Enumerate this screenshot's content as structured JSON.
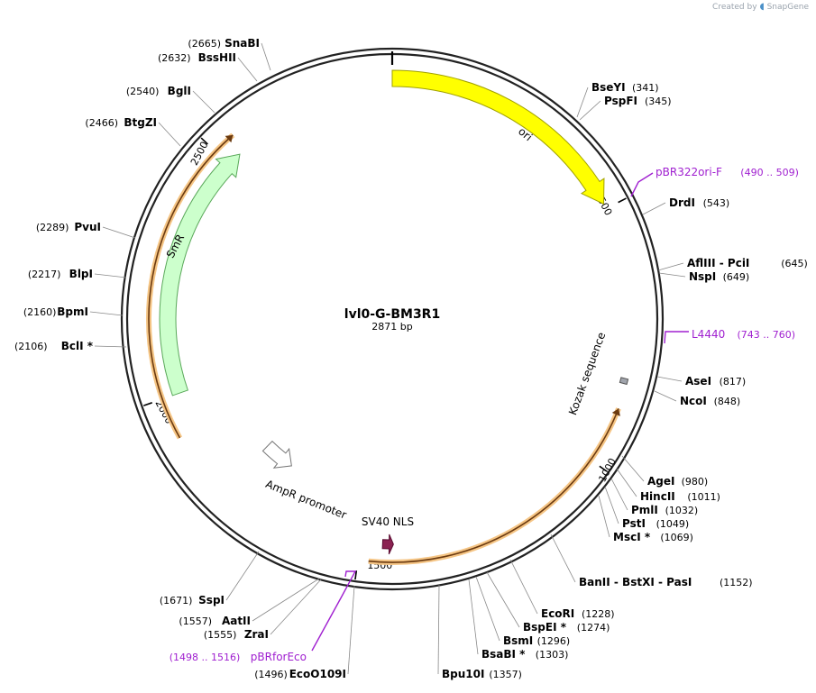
{
  "header": {
    "created_by": "Created by",
    "brand": "SnapGene"
  },
  "plasmid": {
    "name": "lvl0-G-BM3R1",
    "length_bp": 2871,
    "length_label": "2871 bp"
  },
  "ticks": [
    {
      "bp": 500,
      "label": "500"
    },
    {
      "bp": 1000,
      "label": "1000"
    },
    {
      "bp": 1500,
      "label": "1500"
    },
    {
      "bp": 2000,
      "label": "2000"
    },
    {
      "bp": 2500,
      "label": "2500"
    }
  ],
  "features": [
    {
      "name": "ori",
      "start": 0,
      "end": 490,
      "direction": 1,
      "color": "#ffff00",
      "stroke": "#a0a000"
    },
    {
      "name": "SmR",
      "start": 2000,
      "end": 2530,
      "direction": 1,
      "color": "#ccffcc",
      "stroke": "#5aa85a"
    },
    {
      "name": "AmpR promoter",
      "start": 1710,
      "end": 1790,
      "direction": -1,
      "color": "#ffffff",
      "stroke": "#777777"
    },
    {
      "name": "SV40 NLS",
      "start": 1433,
      "end": 1455,
      "direction": -1,
      "color": "#8b2252",
      "stroke": "#5a0a30"
    },
    {
      "name": "Kozak sequence",
      "start": 832,
      "end": 842,
      "direction": 0,
      "color": "#a0a4ac",
      "stroke": "#555555"
    }
  ],
  "orfs": [
    {
      "start": 1480,
      "end": 890,
      "direction": -1
    },
    {
      "start": 1920,
      "end": 2545,
      "direction": 1
    }
  ],
  "sites": [
    {
      "name": "SnaBI",
      "pos": "(2665)"
    },
    {
      "name": "BssHII",
      "pos": "(2632)"
    },
    {
      "name": "BglI",
      "pos": "(2540)"
    },
    {
      "name": "BtgZI",
      "pos": "(2466)"
    },
    {
      "name": "PvuI",
      "pos": "(2289)"
    },
    {
      "name": "BlpI",
      "pos": "(2217)"
    },
    {
      "name": "BpmI",
      "pos": "(2160)"
    },
    {
      "name": "BclI *",
      "pos": "(2106)"
    },
    {
      "name": "BseYI",
      "pos": "(341)"
    },
    {
      "name": "PspFI",
      "pos": "(345)"
    },
    {
      "name": "DrdI",
      "pos": "(543)"
    },
    {
      "name": "AflIII - PciI",
      "pos": "(645)"
    },
    {
      "name": "NspI",
      "pos": "(649)"
    },
    {
      "name": "AseI",
      "pos": "(817)"
    },
    {
      "name": "NcoI",
      "pos": "(848)"
    },
    {
      "name": "AgeI",
      "pos": "(980)"
    },
    {
      "name": "HincII",
      "pos": "(1011)"
    },
    {
      "name": "PmlI",
      "pos": "(1032)"
    },
    {
      "name": "PstI",
      "pos": "(1049)"
    },
    {
      "name": "MscI *",
      "pos": "(1069)"
    },
    {
      "name": "BanII - BstXI - PasI",
      "pos": "(1152)"
    },
    {
      "name": "EcoRI",
      "pos": "(1228)"
    },
    {
      "name": "BspEI *",
      "pos": "(1274)"
    },
    {
      "name": "BsmI",
      "pos": "(1296)"
    },
    {
      "name": "BsaBI *",
      "pos": "(1303)"
    },
    {
      "name": "Bpu10I",
      "pos": "(1357)"
    },
    {
      "name": "EcoO109I",
      "pos": "(1496)"
    },
    {
      "name": "ZraI",
      "pos": "(1555)"
    },
    {
      "name": "AatII",
      "pos": "(1557)"
    },
    {
      "name": "SspI",
      "pos": "(1671)"
    }
  ],
  "primers": [
    {
      "name": "pBR322ori-F",
      "range": "(490 .. 509)",
      "color": "#a020d0"
    },
    {
      "name": "L4440",
      "range": "(743 .. 760)",
      "color": "#a020d0"
    },
    {
      "name": "pBRforEco",
      "range": "(1498 .. 1516)",
      "color": "#a020d0"
    }
  ]
}
